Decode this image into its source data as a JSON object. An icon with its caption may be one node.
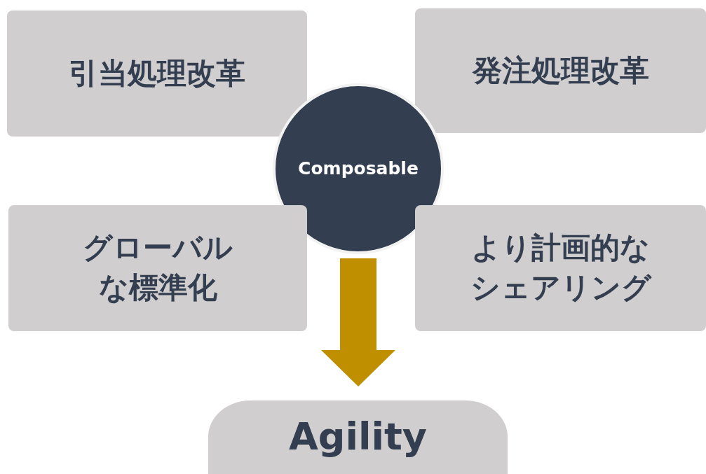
{
  "diagram": {
    "nodes": [
      {
        "text": [
          "引当処理改革"
        ]
      },
      {
        "text": [
          "発注処理改革"
        ]
      },
      {
        "text": [
          "Composable"
        ]
      },
      {
        "text": [
          "グローバルな標準化"
        ]
      },
      {
        "text": [
          "より計画的なシェアリング"
        ]
      },
      {
        "text": [
          "Agility"
        ]
      }
    ],
    "edges": [
      {
        "from": 2,
        "to": 5,
        "arrow": "to",
        "color": "#bf8f00"
      }
    ]
  }
}
